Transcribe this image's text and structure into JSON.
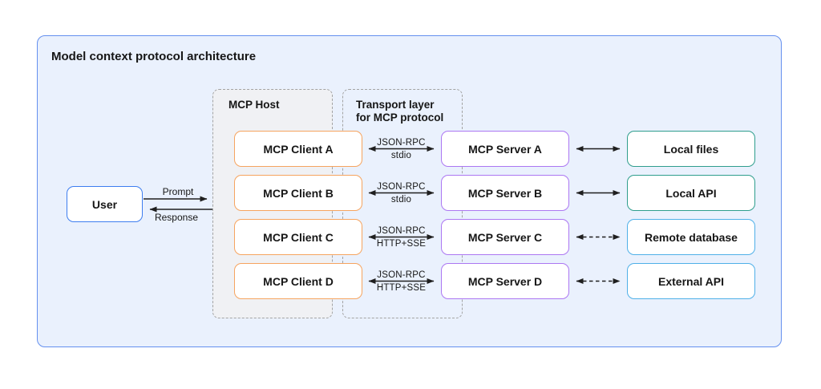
{
  "diagram": {
    "title": "Model context protocol architecture",
    "user_label": "User",
    "user_arrows": {
      "prompt": "Prompt",
      "response": "Response"
    },
    "host_label": "MCP Host",
    "transport_label_line1": "Transport layer",
    "transport_label_line2": "for MCP protocol",
    "rows": [
      {
        "client": "MCP Client A",
        "protocol": "JSON-RPC",
        "channel": "stdio",
        "server": "MCP Server A",
        "resource": "Local files",
        "resource_kind": "local",
        "link_style": "solid"
      },
      {
        "client": "MCP Client B",
        "protocol": "JSON-RPC",
        "channel": "stdio",
        "server": "MCP Server B",
        "resource": "Local API",
        "resource_kind": "local",
        "link_style": "solid"
      },
      {
        "client": "MCP Client C",
        "protocol": "JSON-RPC",
        "channel": "HTTP+SSE",
        "server": "MCP Server C",
        "resource": "Remote database",
        "resource_kind": "remote",
        "link_style": "dashed"
      },
      {
        "client": "MCP Client D",
        "protocol": "JSON-RPC",
        "channel": "HTTP+SSE",
        "server": "MCP Server D",
        "resource": "External API",
        "resource_kind": "remote",
        "link_style": "dashed"
      }
    ],
    "colors": {
      "panel_border": "#6590ef",
      "panel_bg": "#eaf1fd",
      "host_bg": "#f0f1f4",
      "dashed_border": "#a3a3a3",
      "client_border": "#f6a45f",
      "server_border": "#ac77f2",
      "local_border": "#2f9e8d",
      "remote_border": "#4fb0e8",
      "user_border": "#3d7df0",
      "arrow": "#1f1f1f",
      "text": "#161616"
    }
  }
}
